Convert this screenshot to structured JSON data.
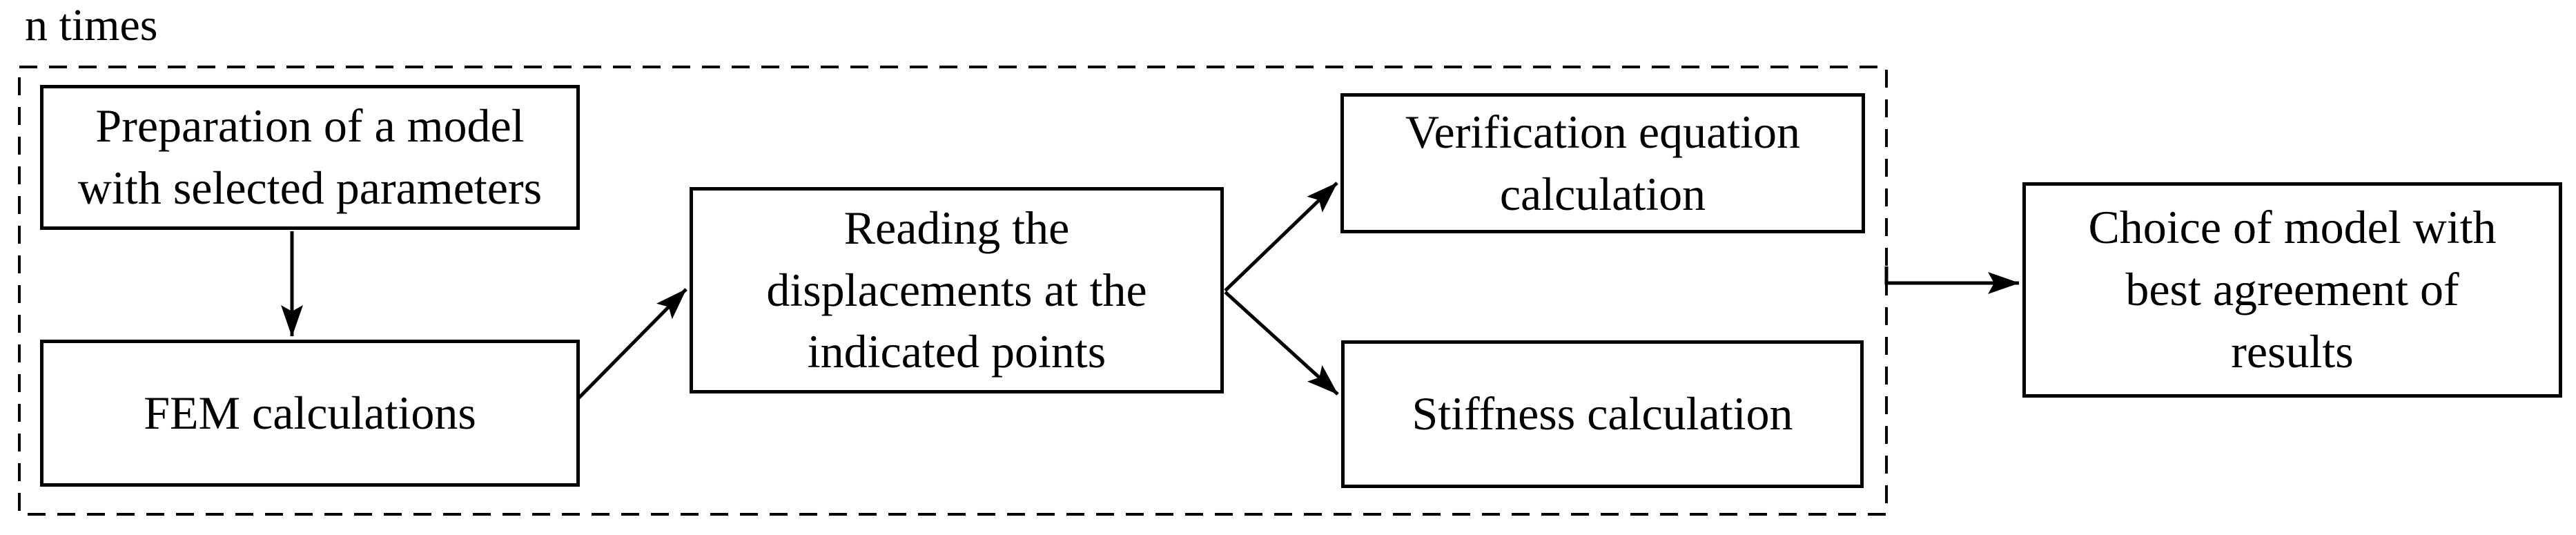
{
  "loop": {
    "label": "n times"
  },
  "nodes": {
    "preparation": {
      "label": "Preparation of a model\nwith selected parameters"
    },
    "fem": {
      "label": "FEM calculations"
    },
    "reading": {
      "label": "Reading the\ndisplacements at the\nindicated points"
    },
    "verification": {
      "label": "Verification equation\ncalculation"
    },
    "stiffness": {
      "label": "Stiffness calculation"
    },
    "choice": {
      "label": "Choice of model with\nbest agreement of\nresults"
    }
  },
  "edges": [
    {
      "from": "preparation",
      "to": "fem"
    },
    {
      "from": "fem",
      "to": "reading"
    },
    {
      "from": "reading",
      "to": "verification"
    },
    {
      "from": "reading",
      "to": "stiffness"
    },
    {
      "from": "loop-boundary",
      "to": "choice"
    }
  ],
  "colors": {
    "ink": "#000000",
    "background": "#ffffff"
  }
}
